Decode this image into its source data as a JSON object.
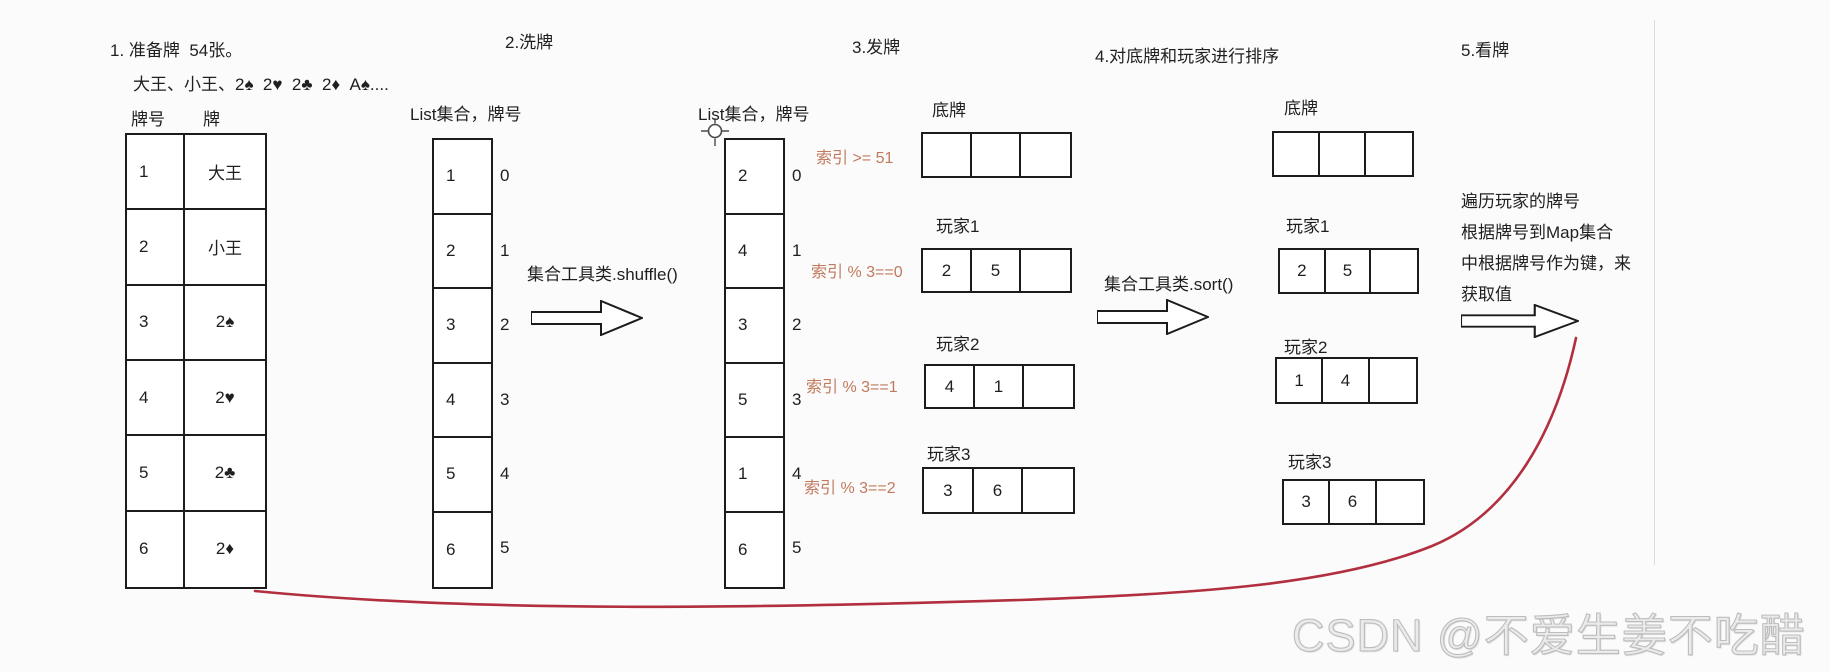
{
  "colors": {
    "ink": "#1c1c1c",
    "annotation": "#c17a5e",
    "curve": "#b12f3e",
    "watermark_gray": "#bdbdbd"
  },
  "step1": {
    "title": "1. 准备牌  54张。",
    "line2": "大王、小王、2♠  2♥  2♣  2♦  A♠....",
    "col_no": "牌号",
    "col_card": "牌",
    "rows": [
      [
        "1",
        "大王"
      ],
      [
        "2",
        "小王"
      ],
      [
        "3",
        "2♠"
      ],
      [
        "4",
        "2♥"
      ],
      [
        "5",
        "2♣"
      ],
      [
        "6",
        "2♦"
      ]
    ]
  },
  "step2": {
    "title": "2.洗牌",
    "list_label": "List集合，牌号",
    "values": [
      "1",
      "2",
      "3",
      "4",
      "5",
      "6"
    ],
    "indices": [
      "0",
      "1",
      "2",
      "3",
      "4",
      "5"
    ],
    "arrow_label": "集合工具类.shuffle()"
  },
  "step3": {
    "title": "3.发牌",
    "list_label": "List集合，牌号",
    "values": [
      "2",
      "4",
      "3",
      "5",
      "1",
      "6"
    ],
    "indices": [
      "0",
      "1",
      "2",
      "3",
      "4",
      "5"
    ],
    "rules": [
      "索引 >= 51",
      "索引 % 3==0",
      "索引 % 3==1",
      "索引 % 3==2"
    ],
    "dipai_label": "底牌",
    "dipai": [
      "",
      "",
      ""
    ],
    "players": [
      {
        "label": "玩家1",
        "cells": [
          "2",
          "5",
          ""
        ]
      },
      {
        "label": "玩家2",
        "cells": [
          "4",
          "1",
          ""
        ]
      },
      {
        "label": "玩家3",
        "cells": [
          "3",
          "6",
          ""
        ]
      }
    ]
  },
  "step4": {
    "title": "4.对底牌和玩家进行排序",
    "arrow_label": "集合工具类.sort()",
    "dipai_label": "底牌",
    "dipai": [
      "",
      "",
      ""
    ],
    "players": [
      {
        "label": "玩家1",
        "cells": [
          "2",
          "5",
          ""
        ]
      },
      {
        "label": "玩家2",
        "cells": [
          "1",
          "4",
          ""
        ]
      },
      {
        "label": "玩家3",
        "cells": [
          "3",
          "6",
          ""
        ]
      }
    ]
  },
  "step5": {
    "title": "5.看牌",
    "note_lines": [
      "遍历玩家的牌号",
      "根据牌号到Map集合",
      "中根据牌号作为键，来",
      "获取值"
    ]
  },
  "watermark": "CSDN @不爱生姜不吃醋"
}
